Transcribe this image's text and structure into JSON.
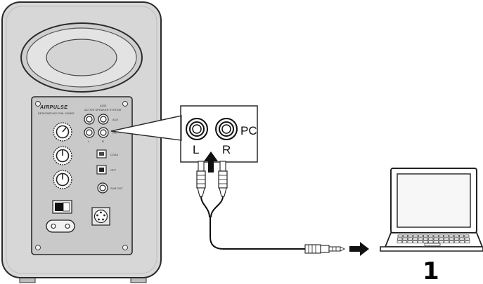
{
  "speaker": {
    "brand": "AIRPULSE",
    "designer_text": "DESIGNED BY PHIL JONES",
    "model": "A200",
    "model_subtitle": "ACTIVE SPEAKER SYSTEM",
    "inputs": {
      "aux": "AUX",
      "pc": "PC",
      "coax": "COAX",
      "opt": "OPT",
      "sub_out": "SUB OUT",
      "left": "L",
      "right": "R"
    }
  },
  "zoom_panel": {
    "input_label": "PC",
    "left_label": "L",
    "right_label": "R"
  },
  "step_number": "1"
}
